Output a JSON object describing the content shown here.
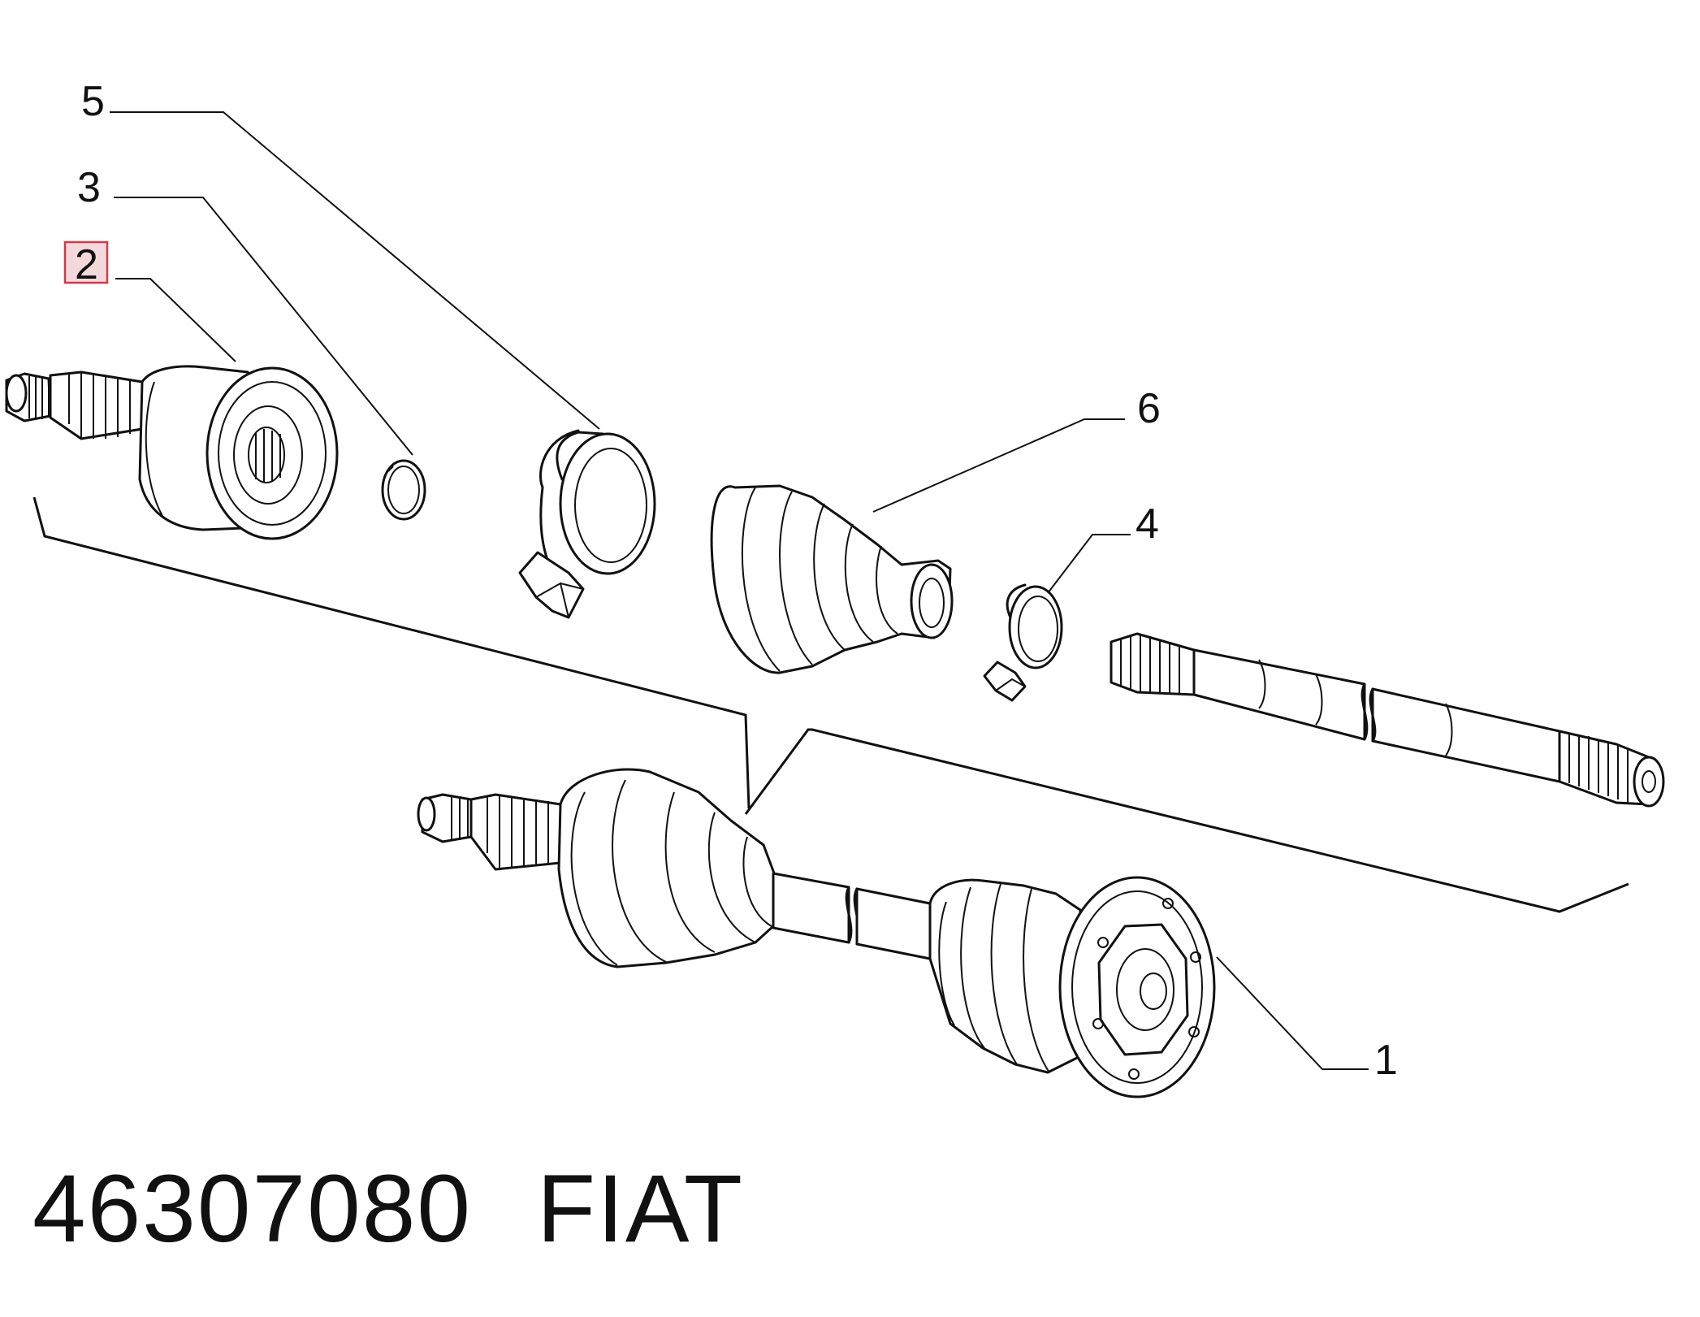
{
  "callouts": {
    "c1": "1",
    "c2": "2",
    "c3": "3",
    "c4": "4",
    "c5": "5",
    "c6": "6"
  },
  "highlight": {
    "part": "2",
    "fill": "#f4d9dc",
    "stroke": "#d23a4a"
  },
  "footer": {
    "part_number": "46307080",
    "brand": "FIAT"
  }
}
